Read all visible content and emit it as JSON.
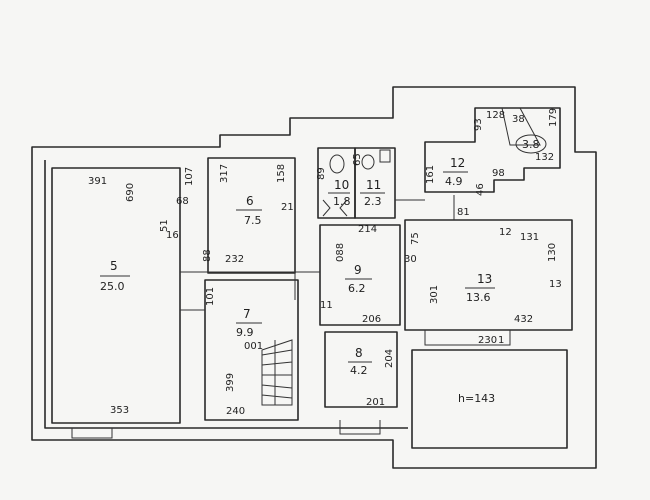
{
  "rooms": [
    {
      "id": "5",
      "number": "5",
      "area": "25.0"
    },
    {
      "id": "6",
      "number": "6",
      "area": "7.5"
    },
    {
      "id": "7",
      "number": "7",
      "area": "9.9"
    },
    {
      "id": "8",
      "number": "8",
      "area": "4.2"
    },
    {
      "id": "9",
      "number": "9",
      "area": "6.2"
    },
    {
      "id": "10",
      "number": "10",
      "area": "1.8"
    },
    {
      "id": "11",
      "number": "11",
      "area": "2.3"
    },
    {
      "id": "12",
      "number": "12",
      "area": "4.9"
    },
    {
      "id": "13",
      "number": "13",
      "area": "13.6"
    },
    {
      "id": "12a",
      "number": "",
      "area": "3.8"
    }
  ],
  "dimensions": [
    "391",
    "690",
    "68",
    "107",
    "51",
    "16",
    "353",
    "317",
    "158",
    "21",
    "232",
    "88",
    "101",
    "399",
    "240",
    "001",
    "088",
    "214",
    "11",
    "206",
    "204",
    "201",
    "75",
    "30",
    "301",
    "131",
    "130",
    "13",
    "432",
    "230",
    "12",
    "46",
    "81",
    "161",
    "98",
    "132",
    "179",
    "93",
    "128",
    "38",
    "89",
    "65",
    "1"
  ],
  "labels": {
    "porch_height": "h=143"
  }
}
